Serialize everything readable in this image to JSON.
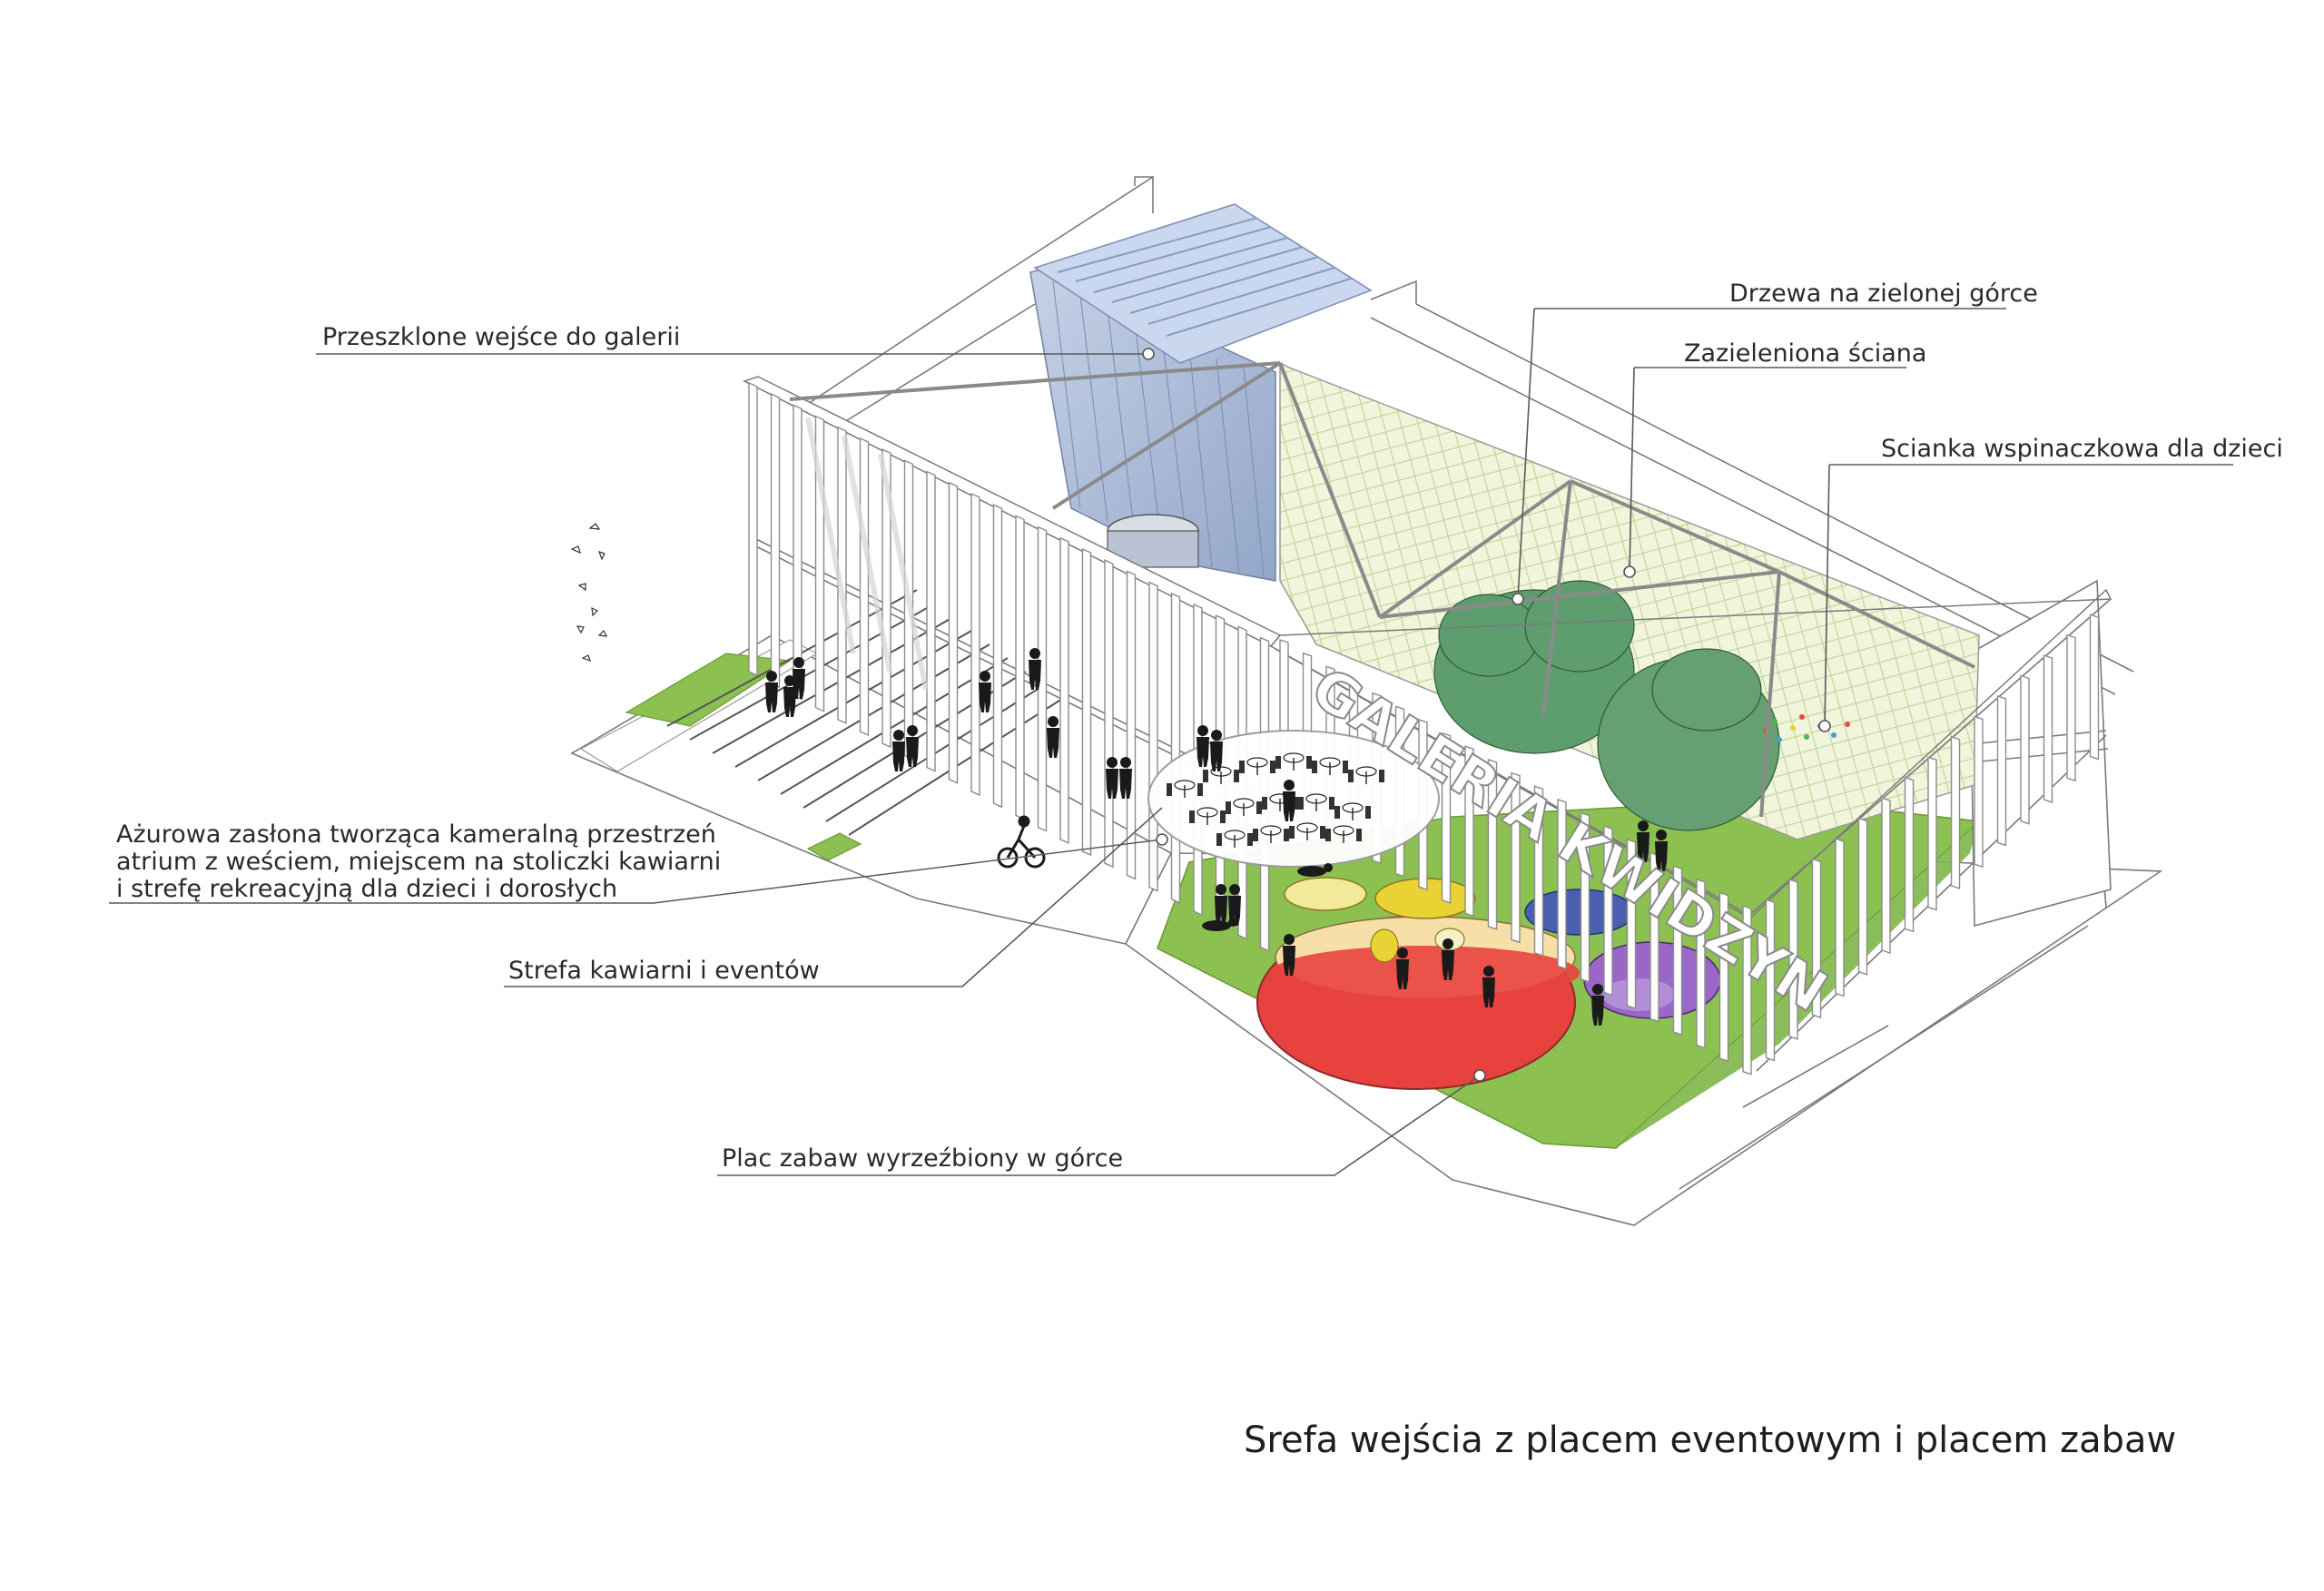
{
  "labels": {
    "glazed_entrance": "Przeszklone wejśce do galerii",
    "trees_on_hill": "Drzewa na zielonej górce",
    "green_wall": "Zazieleniona ściana",
    "climbing_wall": "Scianka wspinaczkowa dla dzieci",
    "openwork_screen_line1": "Ażurowa zasłona tworząca kameralną przestrzeń",
    "openwork_screen_line2": "atrium z weściem, miejscem na stoliczki kawiarni",
    "openwork_screen_line3": "i strefę rekreacyjną dla dzieci i dorosłych",
    "cafe_events_zone": "Strefa kawiarni i eventów",
    "playground": "Plac zabaw wyrzeźbiony w górce"
  },
  "building_sign": "GALERIA KWIDZYN",
  "caption": "Srefa wejścia z placem eventowym i placem zabaw",
  "colors": {
    "lawn": "#8cc152",
    "red_play": "#e8423f",
    "yellow_play": "#e9d233",
    "purple_play": "#9a67c9",
    "blue_play": "#4a5fb0",
    "glass": "#a9b9d6",
    "green_wall": "#eef3d4",
    "trees": "#5e9e6e",
    "people": "#1a1a1a"
  }
}
